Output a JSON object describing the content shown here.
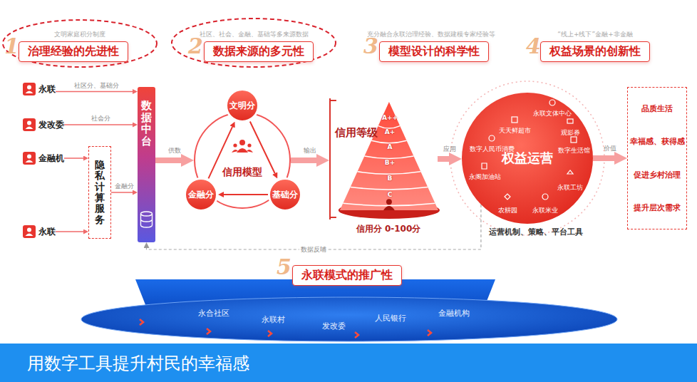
{
  "diagram": {
    "caption": "用数字工具提升村民的幸福感",
    "nodes": [
      {
        "text": [
          "治理经验的先进性"
        ]
      },
      {
        "text": [
          "数据来源的多元性"
        ]
      },
      {
        "text": [
          "模型设计的科学性"
        ]
      },
      {
        "text": [
          "权益场景的创新性"
        ]
      },
      {
        "text": [
          "永联"
        ]
      },
      {
        "text": [
          "发改委"
        ]
      },
      {
        "text": [
          "金融机"
        ]
      },
      {
        "text": [
          "永联"
        ]
      },
      {
        "text": [
          "隐私计算服务"
        ]
      },
      {
        "text": [
          "数据中台"
        ]
      },
      {
        "text": [
          "信用模型"
        ]
      },
      {
        "text": [
          "文明分"
        ],
        "in": 10
      },
      {
        "text": [
          "金融分"
        ],
        "in": 10
      },
      {
        "text": [
          "基础分"
        ],
        "in": 10
      },
      {
        "text": [
          "信用等级",
          "A++",
          "A+",
          "A",
          "B+",
          "B",
          "C"
        ]
      },
      {
        "text": [
          "权益运营"
        ]
      },
      {
        "text": [
          "品质生活",
          "幸福感、获得感",
          "促进乡村治理",
          "提升层次需求"
        ]
      },
      {
        "text": [
          "永联模式的推广性"
        ]
      },
      {
        "text": [
          "永合社区",
          "永联村",
          "发改委",
          "人民银行",
          "金融机构"
        ]
      }
    ],
    "edges": [
      {
        "from": 4,
        "to": 9,
        "label": "社区分、基础分",
        "arrow": "to"
      },
      {
        "from": 5,
        "to": 9,
        "label": "社会分",
        "arrow": "to"
      },
      {
        "from": 6,
        "to": 8,
        "arrow": "to"
      },
      {
        "from": 7,
        "to": 8,
        "arrow": "to"
      },
      {
        "from": 8,
        "to": 9,
        "label": "金融分",
        "arrow": "to"
      },
      {
        "from": 9,
        "to": 10,
        "label": "供数",
        "arrow": "to"
      },
      {
        "from": 11,
        "to": 13,
        "arrow": "to"
      },
      {
        "from": 13,
        "to": 12,
        "arrow": "to"
      },
      {
        "from": 12,
        "to": 11,
        "arrow": "to"
      },
      {
        "from": 10,
        "to": 14,
        "label": "输出",
        "arrow": "to"
      },
      {
        "from": 14,
        "to": 15,
        "label": "应用",
        "arrow": "to"
      },
      {
        "from": 15,
        "to": 16,
        "label": "价值",
        "arrow": "to"
      },
      {
        "from": 15,
        "to": 9,
        "label": "数据反哺",
        "arrow": "to"
      }
    ],
    "labels": [
      "1",
      "文明家庭积分制度",
      "2",
      "社区、社会、金融、基础等多来源数据",
      "3",
      "充分融合永联治理经验、数据建模专家经验等",
      "4",
      "“线上+线下”金融+非金融",
      "信用分 0-100分",
      "天天鲜超市",
      "永联文体中心",
      "观影券",
      "数字人民币消费",
      "数字生活馆",
      "永阁加油站",
      "农耕园",
      "永联米业",
      "永联工坊",
      "运营机制、策略、平台工具",
      "5"
    ]
  }
}
